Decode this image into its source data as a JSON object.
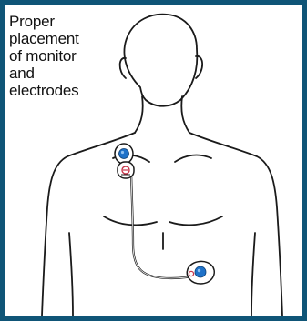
{
  "caption": {
    "lines": [
      "Proper",
      "placement",
      "of monitor",
      "and",
      "electrodes"
    ]
  },
  "colors": {
    "frame": "#0f5577",
    "electrode_blue": "#1f72c9",
    "electrode_red": "#c8364a",
    "outline": "#1a1a1a"
  },
  "figure": {
    "subject_icon": "torso-outline-icon",
    "device_icons": [
      "upper-electrode-icon",
      "monitor-icon",
      "lower-electrode-icon",
      "electrode-wire-icon"
    ]
  }
}
